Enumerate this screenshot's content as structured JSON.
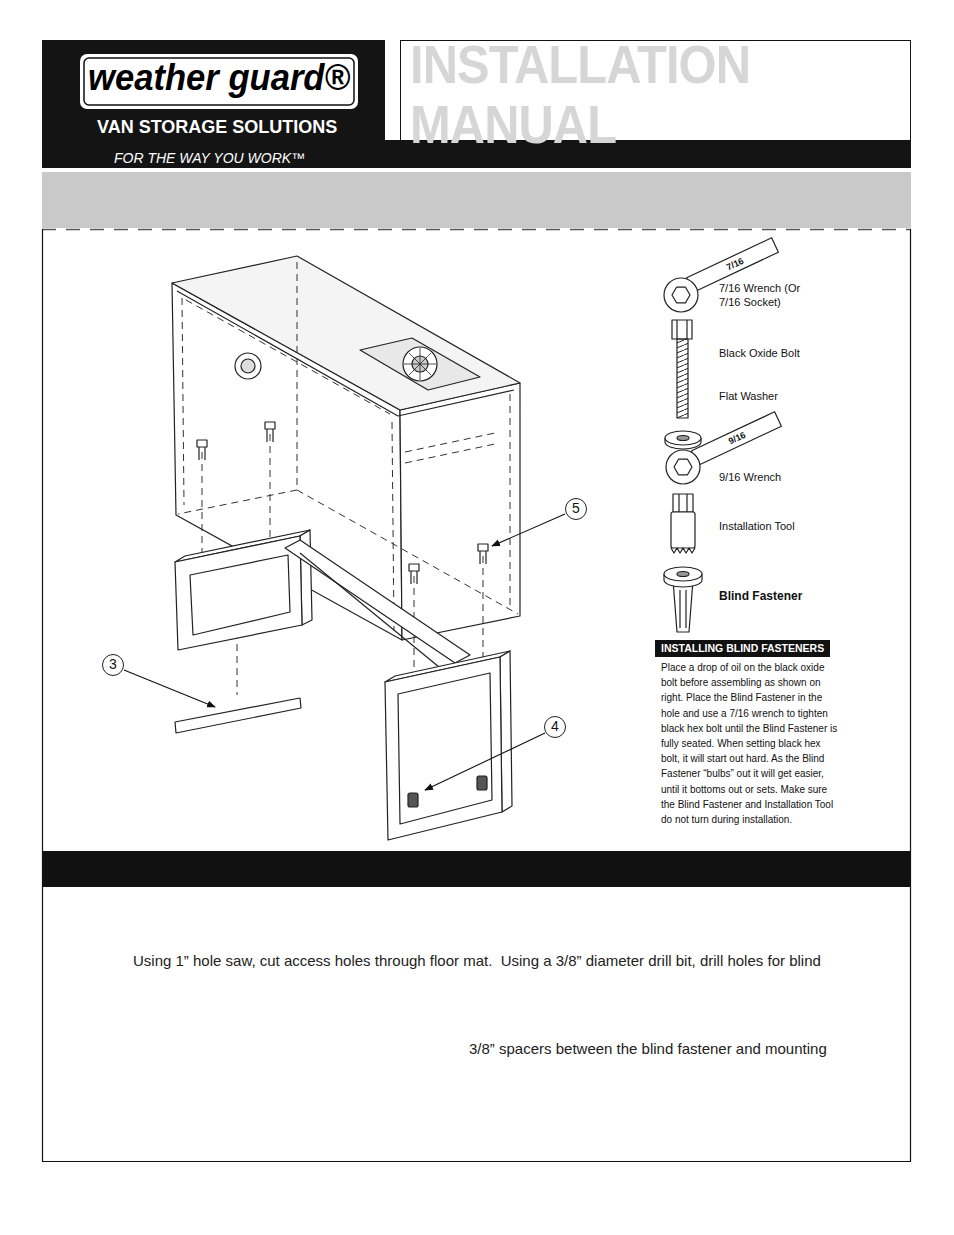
{
  "diagram": {
    "title": "INSTALLATION MANUAL",
    "nodes": [
      {
        "text": [
          "weather guard®",
          "VAN STORAGE SOLUTIONS",
          "FOR THE WAY YOU WORK™"
        ]
      },
      {
        "text": [
          "5"
        ]
      },
      {
        "text": [
          "3"
        ]
      },
      {
        "text": [
          "4"
        ]
      },
      {
        "text": [
          "INSTALLING BLIND FASTENERS",
          "Place a drop of oil on the black oxide bolt before assembling as shown on right. Place the Blind Fastener in the hole and use a 7/16 wrench to tighten black hex bolt until the Blind Fastener is fully seated. When setting black hex bolt, it will start out hard. As the Blind Fastener “bulbs” out it will get easier, until it bottoms out or sets. Make sure the Blind Fastener and Installation Tool do not turn during installation."
        ]
      }
    ],
    "labels": [
      "7/16",
      "7/16 Wrench (Or 7/16 Socket)",
      "Black Oxide Bolt",
      "Flat Washer",
      "9/16",
      "9/16 Wrench",
      "Installation Tool",
      "Blind Fastener",
      "Using 1” hole saw, cut access holes through floor mat.  Using a 3/8” diameter drill bit, drill holes for blind",
      "3/8” spacers between the blind fastener and mounting"
    ]
  }
}
